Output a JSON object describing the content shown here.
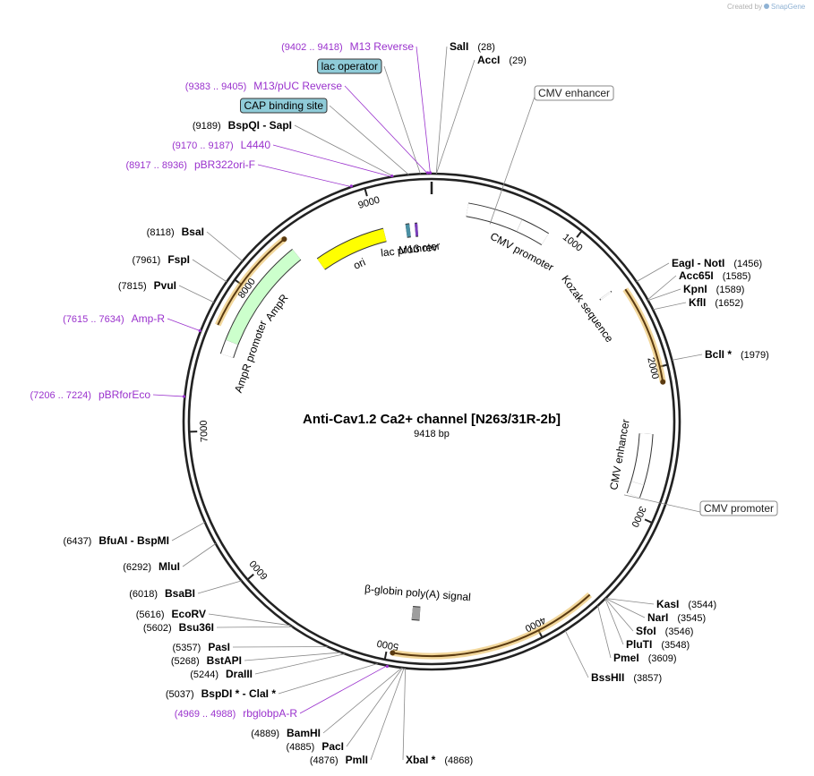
{
  "credit": {
    "prefix": "Created by",
    "brand": "SnapGene"
  },
  "plasmid": {
    "name": "Anti-Cav1.2 Ca2+ channel [N263/31R-2b]",
    "size": "9418 bp",
    "length": 9418
  },
  "ticks": [
    {
      "pos": 1000,
      "label": "1000"
    },
    {
      "pos": 2000,
      "label": "2000"
    },
    {
      "pos": 3000,
      "label": "3000"
    },
    {
      "pos": 4000,
      "label": "4000"
    },
    {
      "pos": 5000,
      "label": "5000"
    },
    {
      "pos": 6000,
      "label": "6000"
    },
    {
      "pos": 7000,
      "label": "7000"
    },
    {
      "pos": 8000,
      "label": "8000"
    },
    {
      "pos": 9000,
      "label": "9000"
    }
  ],
  "features": [
    {
      "name": "cmv-enhancer-1",
      "start": 250,
      "end": 630,
      "ring": 1,
      "color": "#ffffff",
      "label": ""
    },
    {
      "name": "cmv-promoter-1",
      "start": 631,
      "end": 834,
      "ring": 1,
      "color": "#ffffff",
      "label": "CMV promoter"
    },
    {
      "name": "kozak",
      "start": 1410,
      "end": 1420,
      "ring": 1,
      "color": "#ffffff",
      "label": "Kozak sequence"
    },
    {
      "name": "cav-insert",
      "start": 1456,
      "end": 2100,
      "ring": 0,
      "color": "#f5c16a",
      "label": ""
    },
    {
      "name": "cmv-enhancer-2",
      "start": 2440,
      "end": 2790,
      "ring": 1,
      "color": "#ffffff",
      "label": "CMV enhancer"
    },
    {
      "name": "cmv-promoter-2",
      "start": 2791,
      "end": 2880,
      "ring": 1,
      "color": "#ffffff",
      "label": ""
    },
    {
      "name": "igg-insert",
      "start": 3600,
      "end": 4960,
      "ring": 0,
      "color": "#f5c16a",
      "label": ""
    },
    {
      "name": "beta-globin-polya",
      "start": 4800,
      "end": 4860,
      "ring": 2,
      "color": "#9e9e9e",
      "label": "β-globin poly(A) signal"
    },
    {
      "name": "amp-insert",
      "start": 7700,
      "end": 8400,
      "ring": 0,
      "color": "#f5c16a",
      "label": ""
    },
    {
      "name": "ampr",
      "start": 7630,
      "end": 8400,
      "ring": 1,
      "color": "#ccffcc",
      "label": "AmpR"
    },
    {
      "name": "ampr-promoter",
      "start": 7530,
      "end": 7630,
      "ring": 1,
      "color": "#ffffff",
      "label": "AmpR promoter"
    },
    {
      "name": "ori",
      "start": 8500,
      "end": 9050,
      "ring": 2,
      "color": "#ffff00",
      "label": "ori"
    },
    {
      "name": "lac-promoter",
      "start": 9220,
      "end": 9250,
      "ring": 2,
      "color": "#4a90a4",
      "label": "lac promoter"
    },
    {
      "name": "m13-rev",
      "start": 9290,
      "end": 9310,
      "ring": 2,
      "color": "#7b3fbd",
      "label": "M13 rev"
    }
  ],
  "side_labels": [
    {
      "label": "CMV enhancer",
      "pos": 430
    },
    {
      "label": "CMV promoter",
      "pos": 2900
    }
  ],
  "left_labels": [
    {
      "kind": "primer",
      "coord": "(9402 .. 9418)",
      "name": "M13 Reverse",
      "pos": 9410
    },
    {
      "kind": "boxed",
      "name": "lac operator",
      "pos": 9350
    },
    {
      "kind": "primer",
      "coord": "(9383 .. 9405)",
      "name": "M13/pUC Reverse",
      "pos": 9394
    },
    {
      "kind": "boxed",
      "name": "CAP binding site",
      "pos": 9280
    },
    {
      "kind": "site",
      "coord": "(9189)",
      "name": "BspQI",
      "name2": "SapI",
      "pos": 9189
    },
    {
      "kind": "primer",
      "coord": "(9170 .. 9187)",
      "name": "L4440",
      "pos": 9178
    },
    {
      "kind": "primer",
      "coord": "(8917 .. 8936)",
      "name": "pBR322ori-F",
      "pos": 8926
    },
    {
      "kind": "site",
      "coord": "(8118)",
      "name": "BsaI",
      "pos": 8118
    },
    {
      "kind": "site",
      "coord": "(7961)",
      "name": "FspI",
      "pos": 7961
    },
    {
      "kind": "site",
      "coord": "(7815)",
      "name": "PvuI",
      "pos": 7815
    },
    {
      "kind": "primer",
      "coord": "(7615 .. 7634)",
      "name": "Amp-R",
      "pos": 7624
    },
    {
      "kind": "primer",
      "coord": "(7206 .. 7224)",
      "name": "pBRforEco",
      "pos": 7215
    },
    {
      "kind": "site",
      "coord": "(6437)",
      "name": "BfuAI",
      "name2": "BspMI",
      "pos": 6437
    },
    {
      "kind": "site",
      "coord": "(6292)",
      "name": "MluI",
      "pos": 6292
    },
    {
      "kind": "site",
      "coord": "(6018)",
      "name": "BsaBI",
      "pos": 6018
    },
    {
      "kind": "site",
      "coord": "(5616)",
      "name": "EcoRV",
      "pos": 5616
    },
    {
      "kind": "site",
      "coord": "(5602)",
      "name": "Bsu36I",
      "pos": 5602
    },
    {
      "kind": "site",
      "coord": "(5357)",
      "name": "PasI",
      "pos": 5357
    },
    {
      "kind": "site",
      "coord": "(5268)",
      "name": "BstAPI",
      "pos": 5268
    },
    {
      "kind": "site",
      "coord": "(5244)",
      "name": "DraIII",
      "pos": 5244
    },
    {
      "kind": "site",
      "coord": "(5037)",
      "name": "BspDI *",
      "name2": "ClaI *",
      "pos": 5037
    },
    {
      "kind": "primer",
      "coord": "(4969 .. 4988)",
      "name": "rbglobpA-R",
      "pos": 4978
    },
    {
      "kind": "site",
      "coord": "(4889)",
      "name": "BamHI",
      "pos": 4889
    },
    {
      "kind": "site",
      "coord": "(4885)",
      "name": "PacI",
      "pos": 4885
    },
    {
      "kind": "site",
      "coord": "(4876)",
      "name": "PmlI",
      "pos": 4876
    }
  ],
  "right_labels": [
    {
      "name": "SalI",
      "coord": "(28)",
      "pos": 28
    },
    {
      "name": "AccI",
      "coord": "(29)",
      "pos": 29
    },
    {
      "name": "EagI",
      "name2": "NotI",
      "coord": "(1456)",
      "pos": 1456
    },
    {
      "name": "Acc65I",
      "coord": "(1585)",
      "pos": 1585
    },
    {
      "name": "KpnI",
      "coord": "(1589)",
      "pos": 1589
    },
    {
      "name": "KflI",
      "coord": "(1652)",
      "pos": 1652
    },
    {
      "name": "BclI *",
      "coord": "(1979)",
      "pos": 1979
    },
    {
      "name": "KasI",
      "coord": "(3544)",
      "pos": 3544
    },
    {
      "name": "NarI",
      "coord": "(3545)",
      "pos": 3545
    },
    {
      "name": "SfoI",
      "coord": "(3546)",
      "pos": 3546
    },
    {
      "name": "PluTI",
      "coord": "(3548)",
      "pos": 3548
    },
    {
      "name": "PmeI",
      "coord": "(3609)",
      "pos": 3609
    },
    {
      "name": "BssHII",
      "coord": "(3857)",
      "pos": 3857
    },
    {
      "name": "XbaI *",
      "coord": "(4868)",
      "pos": 4868
    }
  ]
}
